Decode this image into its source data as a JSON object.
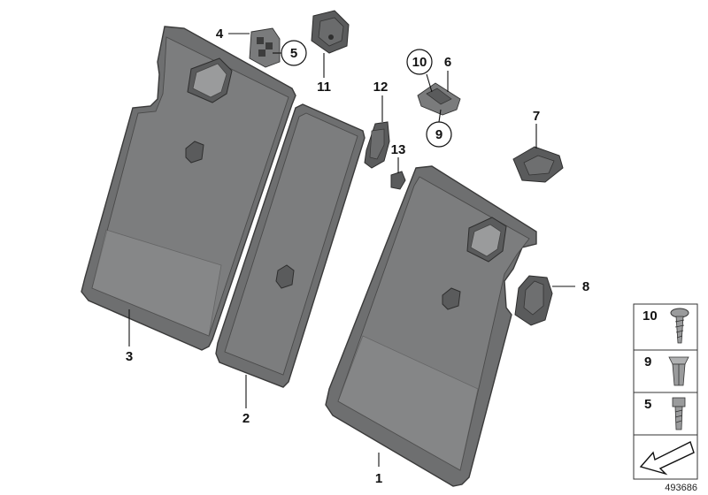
{
  "callouts": {
    "c1": "1",
    "c2": "2",
    "c3": "3",
    "c4": "4",
    "c5": "5",
    "c6": "6",
    "c7": "7",
    "c8": "8",
    "c9": "9",
    "c10": "10",
    "c11": "11",
    "c12": "12",
    "c13": "13"
  },
  "legend": {
    "items": [
      "10",
      "9",
      "5"
    ]
  },
  "diagram_id": "493686"
}
